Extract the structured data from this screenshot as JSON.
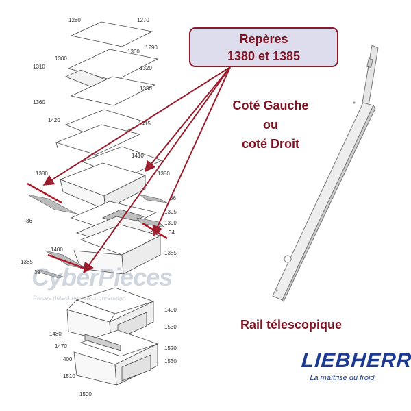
{
  "callout": {
    "line1": "Repères",
    "line2": "1380 et 1385"
  },
  "side_text": {
    "left": "Coté Gauche",
    "or": "ou",
    "right": "coté Droit"
  },
  "rail_label": "Rail télescopique",
  "brand": {
    "name": "LIEBHERR",
    "tagline": "La maîtrise du froid."
  },
  "watermark": {
    "main": "CyberPieces",
    "sub": "Pièces détachées électroménager"
  },
  "part_numbers": [
    "1280",
    "1270",
    "1300",
    "1360",
    "1290",
    "1310",
    "1320",
    "1330",
    "1360",
    "1420",
    "1415",
    "1410",
    "1380",
    "1380",
    "36",
    "1395",
    "1390",
    "36",
    "34",
    "1400",
    "1385",
    "1385",
    "32",
    "1490",
    "1530",
    "1480",
    "1470",
    "400",
    "1520",
    "1530",
    "1510",
    "1500"
  ],
  "colors": {
    "accent": "#7d1424",
    "callout_bg": "#dcdcec",
    "brand": "#1d3b93",
    "arrow": "#9b1c2c"
  }
}
